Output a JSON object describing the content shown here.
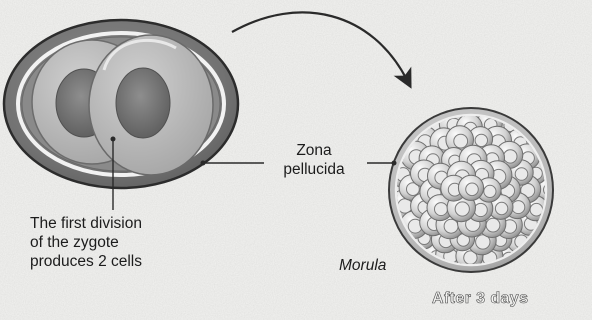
{
  "labels": {
    "zona": [
      "Zona",
      "pellucida"
    ],
    "division": [
      "The first division",
      "of the zygote",
      "produces 2 cells"
    ],
    "morula": "Morula",
    "after": "After 3 days"
  }
}
